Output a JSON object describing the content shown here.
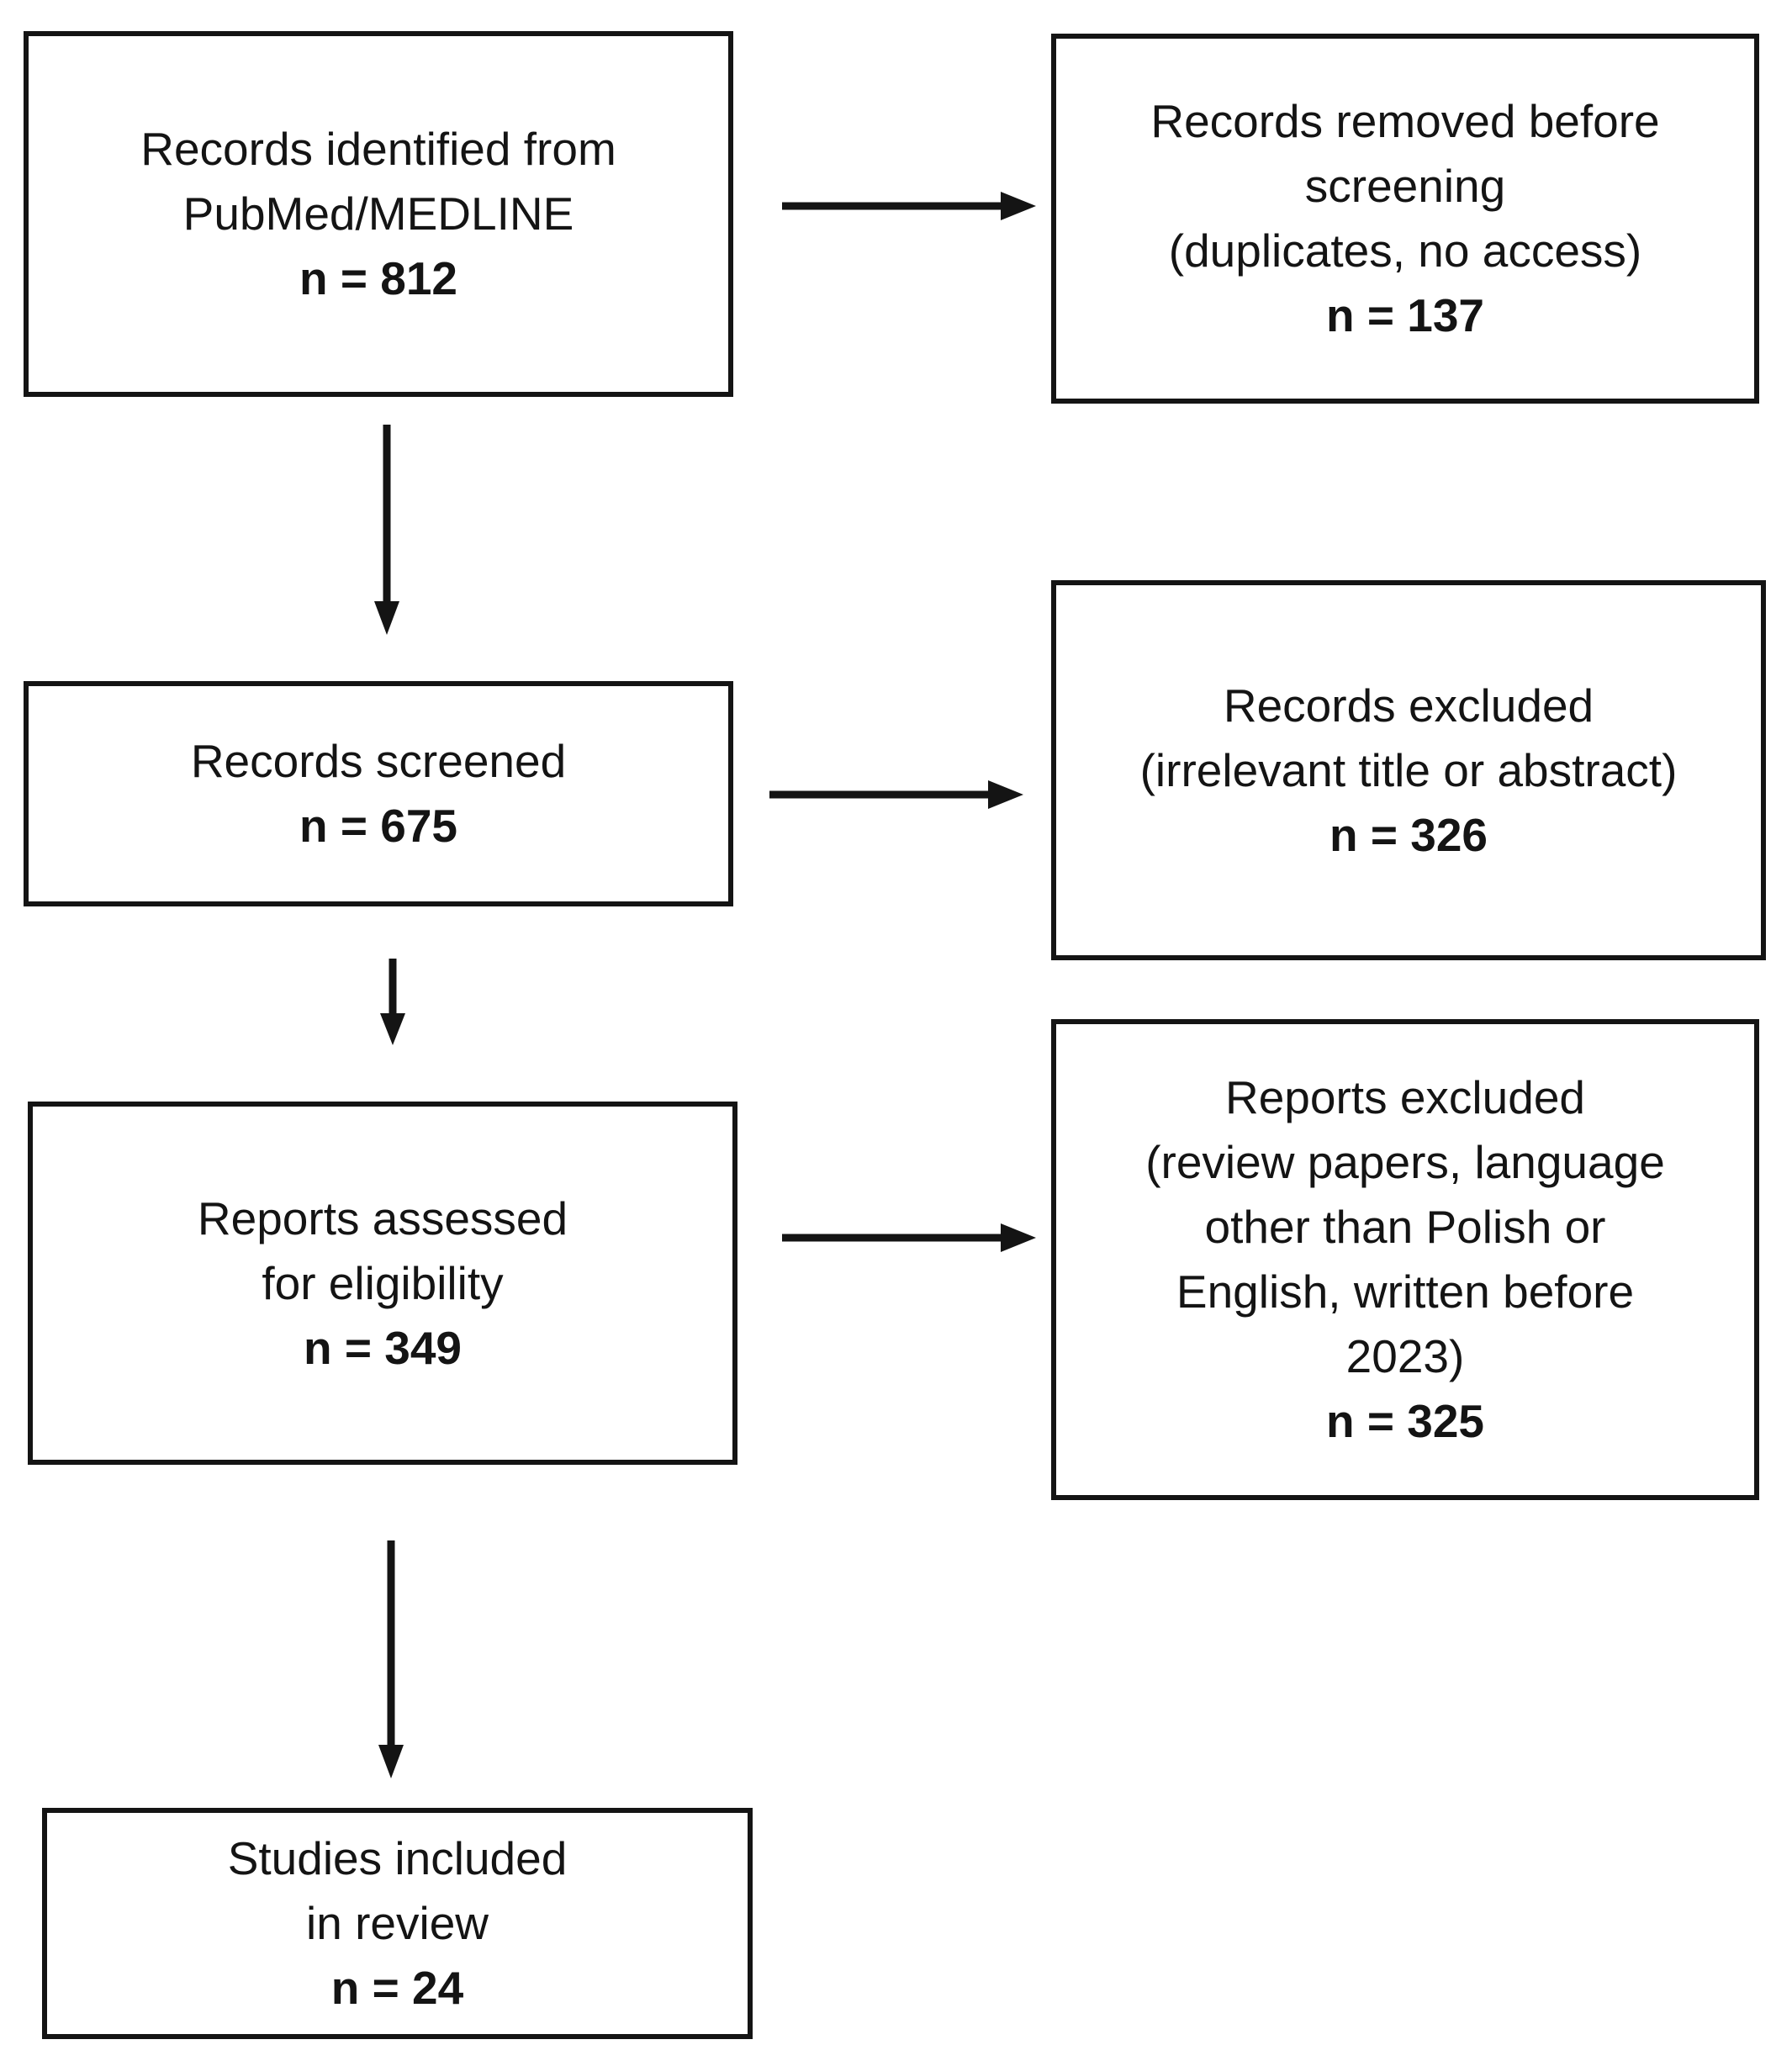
{
  "flow": {
    "identified": {
      "lines": [
        "Records identified from",
        "PubMed/MEDLINE"
      ],
      "count": "n = 812"
    },
    "removed": {
      "lines": [
        "Records removed before",
        "screening",
        "(duplicates, no access)"
      ],
      "count": "n = 137"
    },
    "screened": {
      "lines": [
        "Records screened"
      ],
      "count": "n = 675"
    },
    "records_excluded": {
      "lines": [
        "Records excluded",
        "(irrelevant title or abstract)"
      ],
      "count": "n = 326"
    },
    "assessed": {
      "lines": [
        "Reports assessed",
        "for eligibility"
      ],
      "count": "n = 349"
    },
    "reports_excluded": {
      "lines": [
        "Reports excluded",
        "(review papers, language",
        "other than Polish or",
        "English, written before",
        "2023)"
      ],
      "count": "n = 325"
    },
    "included": {
      "lines": [
        "Studies included",
        "in review"
      ],
      "count": "n = 24"
    }
  }
}
